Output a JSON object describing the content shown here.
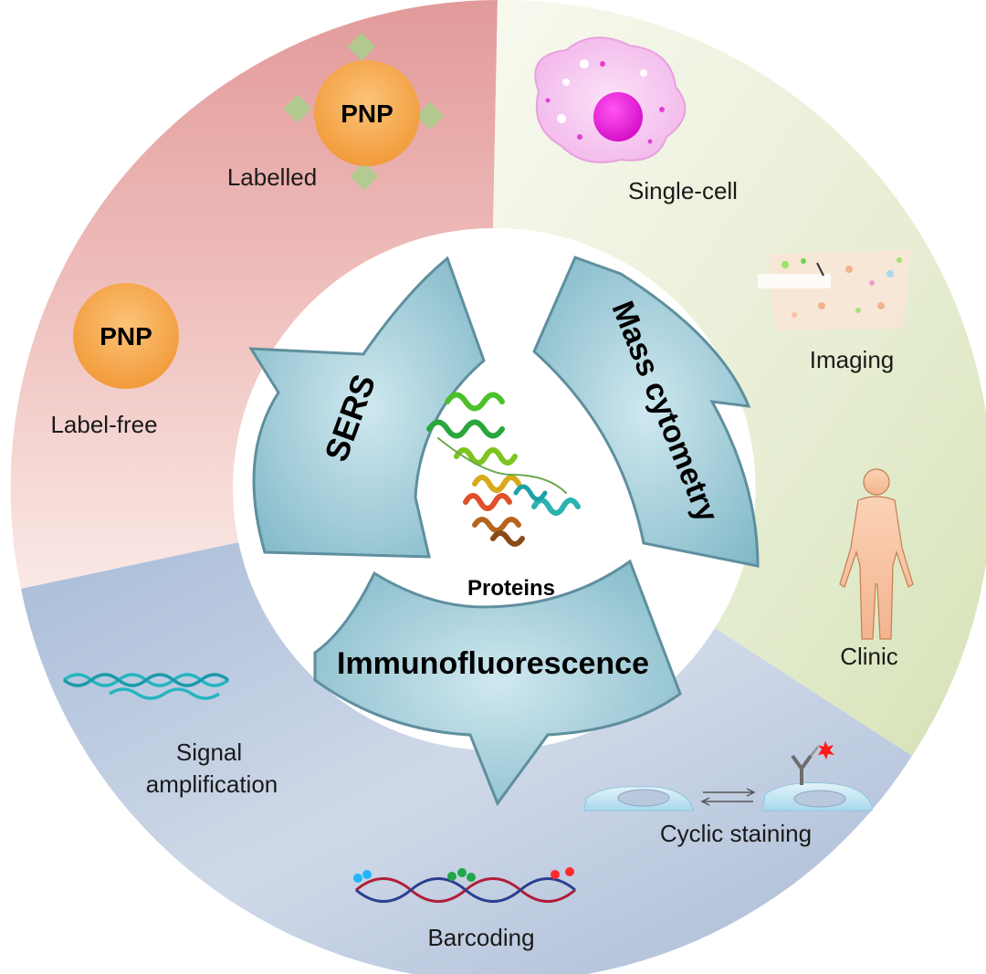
{
  "center": {
    "label": "Proteins"
  },
  "methods": {
    "sers": "SERS",
    "mass_cytometry": "Mass cytometry",
    "immunofluorescence": "Immunofluorescence"
  },
  "sers_section": {
    "labelled": {
      "particle": "PNP",
      "caption": "Labelled"
    },
    "label_free": {
      "particle": "PNP",
      "caption": "Label-free"
    }
  },
  "mass_cytometry_section": {
    "single_cell": "Single-cell",
    "imaging": "Imaging",
    "clinic": "Clinic"
  },
  "immunofluorescence_section": {
    "signal_amplification": [
      "Signal",
      "amplification"
    ],
    "barcoding": "Barcoding",
    "cyclic_staining": "Cyclic staining"
  },
  "colors": {
    "sers_sector": "#e9a9a9",
    "mass_sector": "#dfe8c8",
    "immuno_sector": "#b7c7dd",
    "arrow_fill": "#8fc3d1",
    "pnp_fill": "#f6a94e",
    "cell_fill": "#f6c6f0",
    "nucleus": "#e010d6"
  }
}
